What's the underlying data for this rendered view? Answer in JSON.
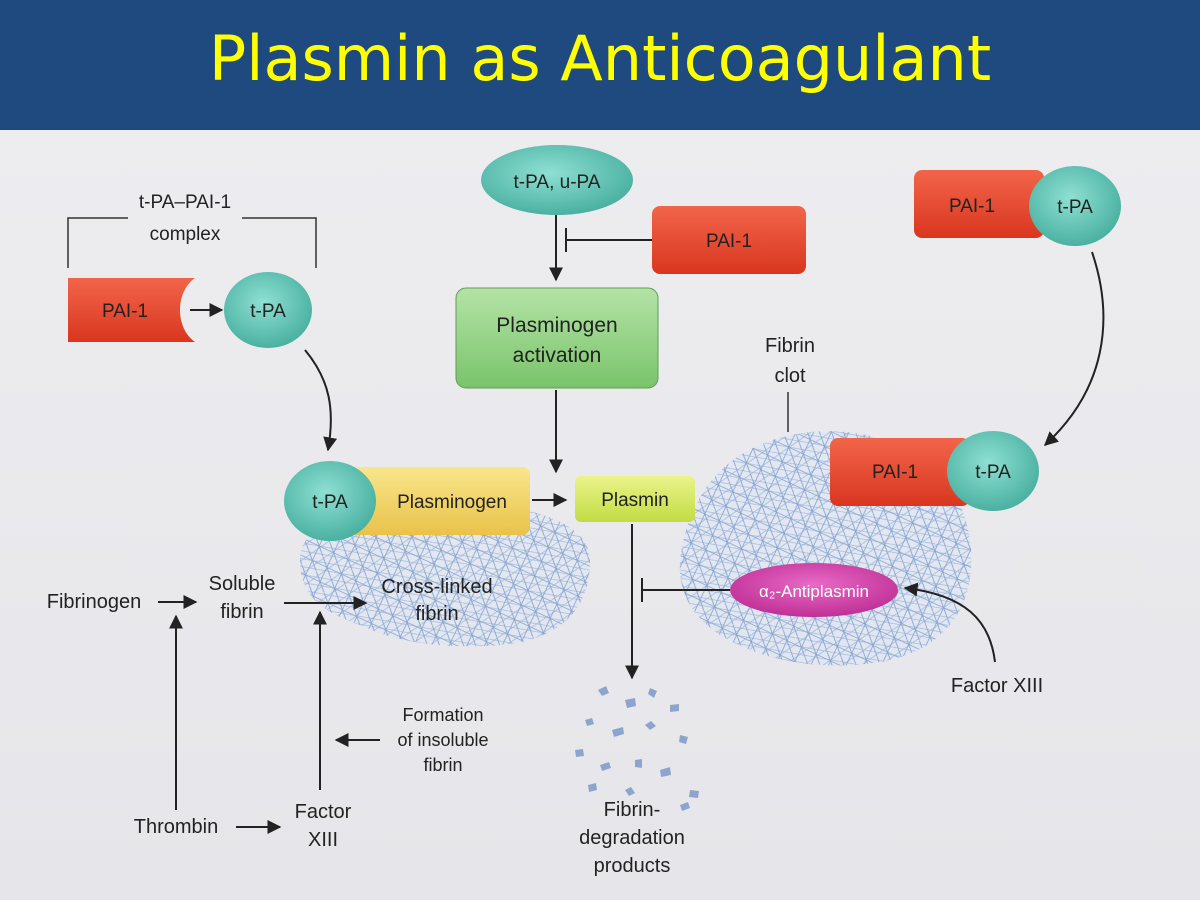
{
  "slide": {
    "title": "Plasmin as Anticoagulant"
  },
  "diagram": {
    "complex_label_line1": "t-PA–PAI-1",
    "complex_label_line2": "complex",
    "pai1": "PAI-1",
    "tpa": "t-PA",
    "activators": "t-PA, u-PA",
    "plasminogen_activation_line1": "Plasminogen",
    "plasminogen_activation_line2": "activation",
    "plasminogen": "Plasminogen",
    "plasmin": "Plasmin",
    "fibrin_clot_line1": "Fibrin",
    "fibrin_clot_line2": "clot",
    "fibrinogen": "Fibrinogen",
    "soluble_fibrin_line1": "Soluble",
    "soluble_fibrin_line2": "fibrin",
    "cross_linked_line1": "Cross-linked",
    "cross_linked_line2": "fibrin",
    "antiplasmin": "α₂-Antiplasmin",
    "factor_xiii": "Factor XIII",
    "factor_xiii_line1": "Factor",
    "factor_xiii_line2": "XIII",
    "thrombin": "Thrombin",
    "insoluble_line1": "Formation",
    "insoluble_line2": "of insoluble",
    "insoluble_line3": "fibrin",
    "fdp_line1": "Fibrin-",
    "fdp_line2": "degradation",
    "fdp_line3": "products"
  },
  "colors": {
    "title_bar": "#1f4a80",
    "title_text": "#ffff00",
    "pai1_box": "#e9452a",
    "tpa_oval": "#5ec3b4",
    "activation_box": "#8ed081",
    "plasminogen_box": "#f2d466",
    "plasmin_box": "#d8ea5f",
    "antiplasmin_oval": "#d63aa8",
    "fibrin_mesh": "#6d8fc4"
  }
}
